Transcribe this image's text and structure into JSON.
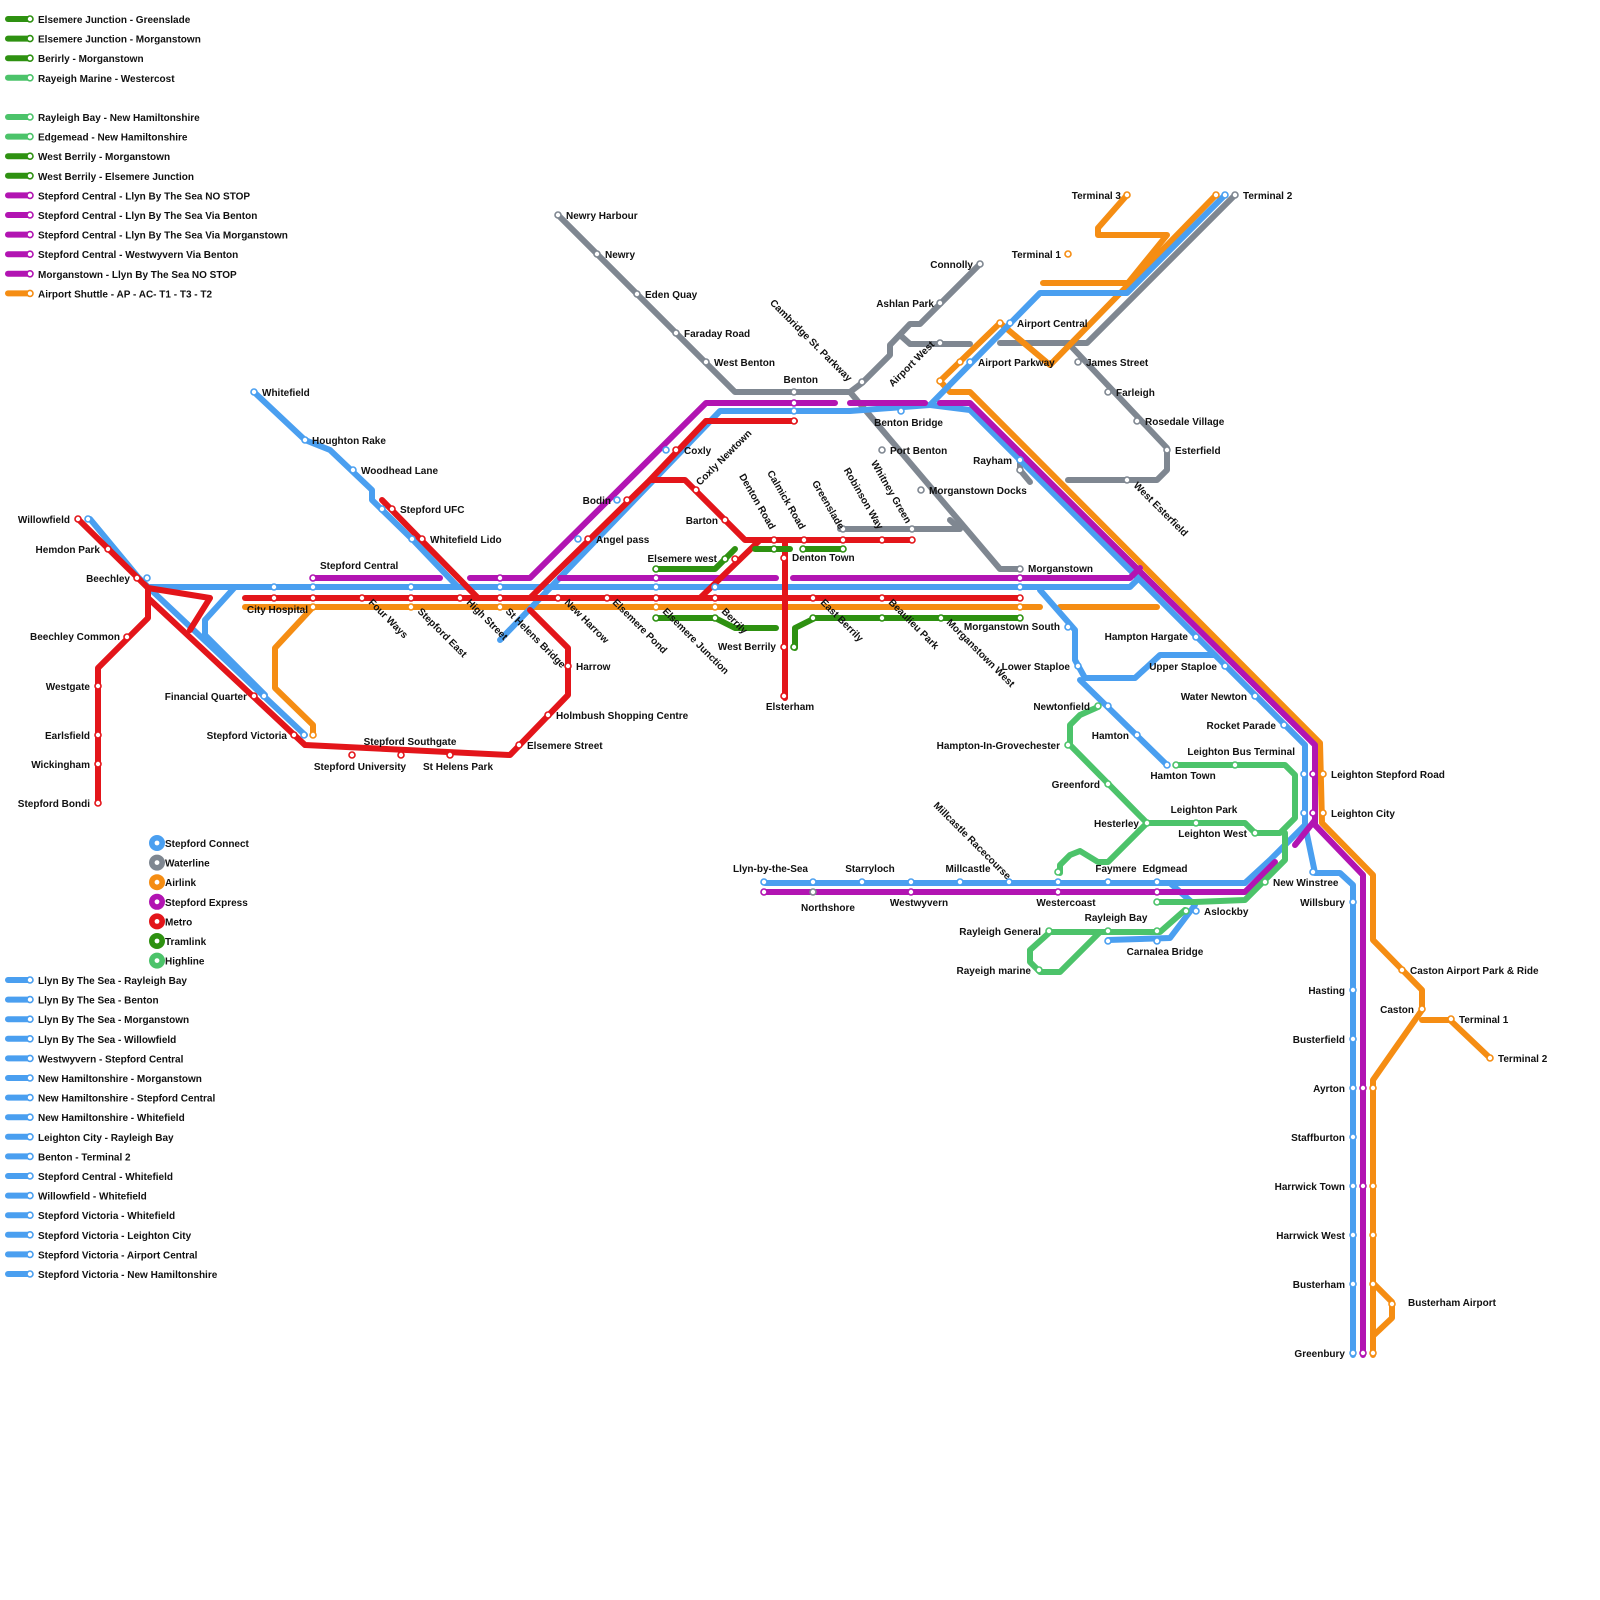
{
  "colors": {
    "stepford_connect": "#4a9ff0",
    "waterline": "#7f8791",
    "airlink": "#f58d13",
    "stepford_express": "#b214b2",
    "metro": "#e3151a",
    "tramlink": "#2e9111",
    "highline": "#4cc36a"
  },
  "line_legend": [
    {
      "name": "Stepford Connect",
      "color": "#4a9ff0"
    },
    {
      "name": "Waterline",
      "color": "#7f8791"
    },
    {
      "name": "Airlink",
      "color": "#f58d13"
    },
    {
      "name": "Stepford Express",
      "color": "#b214b2"
    },
    {
      "name": "Metro",
      "color": "#e3151a"
    },
    {
      "name": "Tramlink",
      "color": "#2e9111"
    },
    {
      "name": "Highline",
      "color": "#4cc36a"
    }
  ],
  "route_legend_top": [
    {
      "label": "Elsemere Junction - Greenslade",
      "color": "#2e9111"
    },
    {
      "label": "Elsemere Junction - Morganstown",
      "color": "#2e9111"
    },
    {
      "label": "Berirly - Morganstown",
      "color": "#2e9111"
    },
    {
      "label": "Rayeigh Marine - Westercost",
      "color": "#4cc36a"
    },
    {
      "label": "",
      "color": ""
    },
    {
      "label": "Rayleigh Bay - New Hamiltonshire",
      "color": "#4cc36a"
    },
    {
      "label": "Edgemead - New Hamiltonshire",
      "color": "#4cc36a"
    },
    {
      "label": "West Berrily - Morganstown",
      "color": "#2e9111"
    },
    {
      "label": "West Berrily - Elsemere Junction",
      "color": "#2e9111"
    },
    {
      "label": "Stepford Central - Llyn By The Sea NO STOP",
      "color": "#b214b2"
    },
    {
      "label": "Stepford Central - Llyn By The Sea Via Benton",
      "color": "#b214b2"
    },
    {
      "label": "Stepford Central - Llyn By The Sea Via Morganstown",
      "color": "#b214b2"
    },
    {
      "label": "Stepford Central - Westwyvern Via Benton",
      "color": "#b214b2"
    },
    {
      "label": "Morganstown - Llyn By The Sea NO STOP",
      "color": "#b214b2"
    },
    {
      "label": "Airport Shuttle - AP - AC- T1 - T3 - T2",
      "color": "#f58d13"
    }
  ],
  "route_legend_bottom": [
    "Llyn By The Sea - Rayleigh Bay",
    "Llyn By The Sea - Benton",
    "Llyn By The Sea - Morganstown",
    "Llyn By The Sea - Willowfield",
    "Westwyvern - Stepford Central",
    "New Hamiltonshire - Morganstown",
    "New Hamiltonshire - Stepford Central",
    "New Hamiltonshire - Whitefield",
    "Leighton City - Rayleigh Bay",
    "Benton - Terminal 2",
    "Stepford Central - Whitefield",
    "Willowfield - Whitefield",
    "Stepford Victoria - Whitefield",
    "Stepford Victoria - Leighton City",
    "Stepford Victoria - Airport Central",
    "Stepford Victoria - New Hamiltonshire"
  ],
  "station_labels": [
    "Terminal 3",
    "Terminal 2",
    "Terminal 1",
    "Newry Harbour",
    "Newry",
    "Eden Quay",
    "Faraday Road",
    "West Benton",
    "Connolly",
    "Ashlan Park",
    "Airport Central",
    "Airport Parkway",
    "James Street",
    "Farleigh",
    "Rosedale Village",
    "Esterfield",
    "West Esterfield",
    "Cambridge St. Parkway",
    "Airport West",
    "Benton",
    "Benton Bridge",
    "Port Benton",
    "Rayham",
    "Morganstown Docks",
    "Morganstown",
    "Morganstown South",
    "Whitefield",
    "Houghton Rake",
    "Woodhead Lane",
    "Stepford UFC",
    "Whitefield Lido",
    "Coxly",
    "Coxly Newtown",
    "Bodin",
    "Angel pass",
    "Barton",
    "Denton Road",
    "Calmick Road",
    "Greenslade",
    "Robinson Way",
    "Whitney Green",
    "Denton Town",
    "Elsemere west",
    "Willowfield",
    "Hemdon Park",
    "Beechley",
    "Stepford Central",
    "City Hospital",
    "Four Ways",
    "Stepford East",
    "High Street",
    "St Helens Bridge",
    "New Harrow",
    "Elsemere Pond",
    "Elsemere Junction",
    "Berrily",
    "East Berrily",
    "Beaulieu Park",
    "Morganstown West",
    "West Berrily",
    "Elsterham",
    "Beechley Common",
    "Westgate",
    "Earlsfield",
    "Wickingham",
    "Stepford Bondi",
    "Financial Quarter",
    "Stepford Victoria",
    "Stepford Southgate",
    "Stepford University",
    "St Helens Park",
    "Harrow",
    "Holmbush Shopping Centre",
    "Elsemere Street",
    "Hampton Hargate",
    "Lower Staploe",
    "Upper Staploe",
    "Water Newton",
    "Rocket Parade",
    "Newtonfield",
    "Hamton",
    "Hampton-In-Grovechester",
    "Leighton Bus Terminal",
    "Hamton Town",
    "Leighton Stepford Road",
    "Greenford",
    "Leighton Park",
    "Leighton City",
    "Hesterley",
    "Leighton West",
    "Millcastle Racecourse",
    "Llyn-by-the-Sea",
    "Starryloch",
    "Millcastle",
    "Faymere",
    "Edgmead",
    "New Winstree",
    "Northshore",
    "Westwyvern",
    "Westercoast",
    "Willsbury",
    "Aslockby",
    "Rayleigh Bay",
    "Rayleigh General",
    "Carnalea Bridge",
    "Rayeigh marine",
    "Caston Airport Park & Ride",
    "Caston",
    "Terminal 1",
    "Hasting",
    "Terminal 2",
    "Busterfield",
    "Ayrton",
    "Staffburton",
    "Harrwick Town",
    "Harrwick West",
    "Busterham",
    "Busterham Airport",
    "Greenbury"
  ]
}
